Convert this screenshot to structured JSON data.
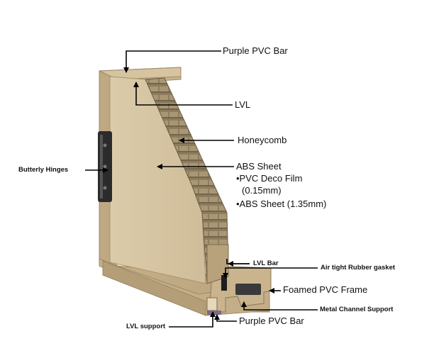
{
  "labels": {
    "purple_pvc_bar_top": "Purple PVC Bar",
    "lvl": "LVL",
    "honeycomb": "Honeycomb",
    "abs_sheet": "ABS Sheet",
    "pvc_deco_film": "•PVC Deco Film",
    "pvc_deco_film_thickness": "(0.15mm)",
    "abs_sheet_thickness": "•ABS Sheet (1.35mm)",
    "butterfly_hinges": "Butterly Hinges",
    "lvl_bar": "LVL Bar",
    "rubber_gasket": "Air tight Rubber gasket",
    "foamed_pvc_frame": "Foamed PVC Frame",
    "metal_channel_support": "Metal Channel Support",
    "lvl_support": "LVL support",
    "purple_pvc_bar_bottom": "Purple PVC Bar"
  },
  "colors": {
    "wood_face": "#d8c7a6",
    "wood_side": "#c7b28c",
    "wood_dark": "#a8926c",
    "honeycomb": "#8a7b5e",
    "hinge": "#2a2a2a",
    "leader": "#000000"
  }
}
